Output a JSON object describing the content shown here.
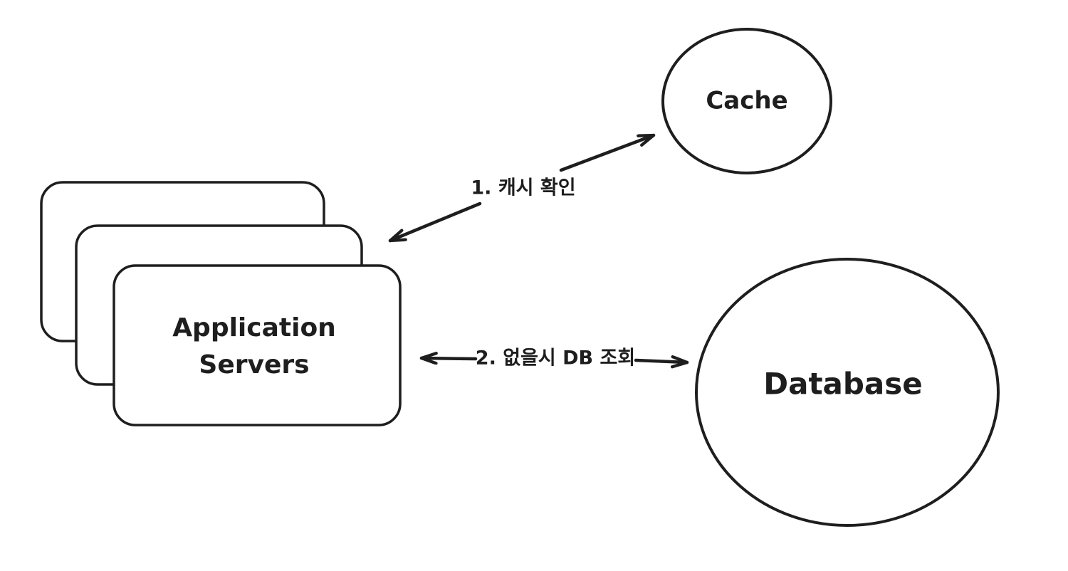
{
  "diagram": {
    "background_color": "#ffffff",
    "stroke_color": "#1e1e1e",
    "nodes": [
      {
        "id": "application-servers",
        "shape": "stacked-rounded-rectangles",
        "stack_count": 3,
        "label": "Application Servers",
        "label_lines": [
          "Application",
          "Servers"
        ]
      },
      {
        "id": "cache",
        "shape": "ellipse",
        "label": "Cache"
      },
      {
        "id": "database",
        "shape": "ellipse",
        "label": "Database"
      }
    ],
    "edges": [
      {
        "id": "edge-cache-check",
        "from": "application-servers",
        "to": "cache",
        "direction": "bidirectional",
        "label": "1. 캐시 확인"
      },
      {
        "id": "edge-db-lookup",
        "from": "application-servers",
        "to": "database",
        "direction": "bidirectional",
        "label": "2. 없을시 DB 조회"
      }
    ]
  }
}
